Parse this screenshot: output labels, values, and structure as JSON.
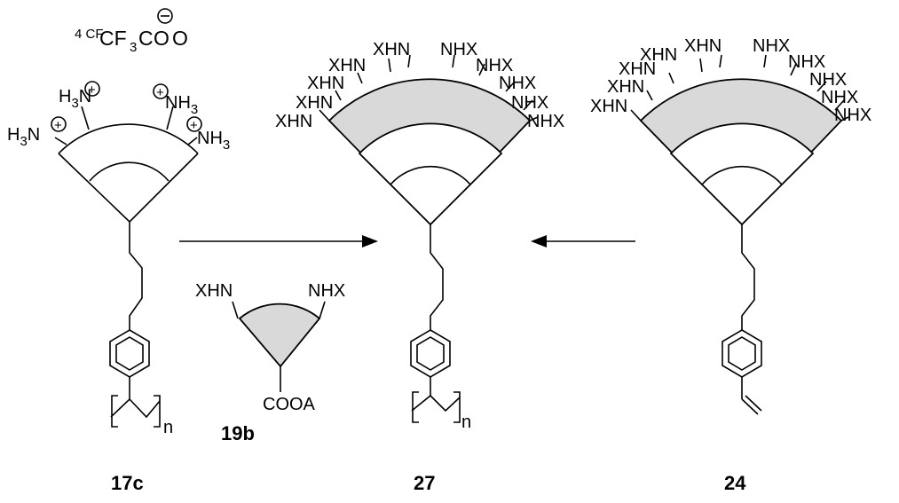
{
  "compounds": {
    "c17c": {
      "label": "17c",
      "counterion_prefix": "4 CF",
      "counterion_sub": "3",
      "counterion_mid": "C",
      "counterion_o1": "O",
      "counterion_o2": "O",
      "amine_label": "NH",
      "amine_sub": "3",
      "amine_left_h": "H",
      "amine_left_n": "N",
      "charge": "+",
      "anion_charge": "−",
      "bracket_sub": "n"
    },
    "c27": {
      "label": "27",
      "left_group": "XHN",
      "right_group": "NHX",
      "bracket_sub": "n"
    },
    "c24": {
      "label": "24",
      "left_group": "XHN",
      "right_group": "NHX"
    },
    "c19b": {
      "label": "19b",
      "left_group": "XHN",
      "right_group": "NHX",
      "acid_group": "COOA"
    }
  }
}
